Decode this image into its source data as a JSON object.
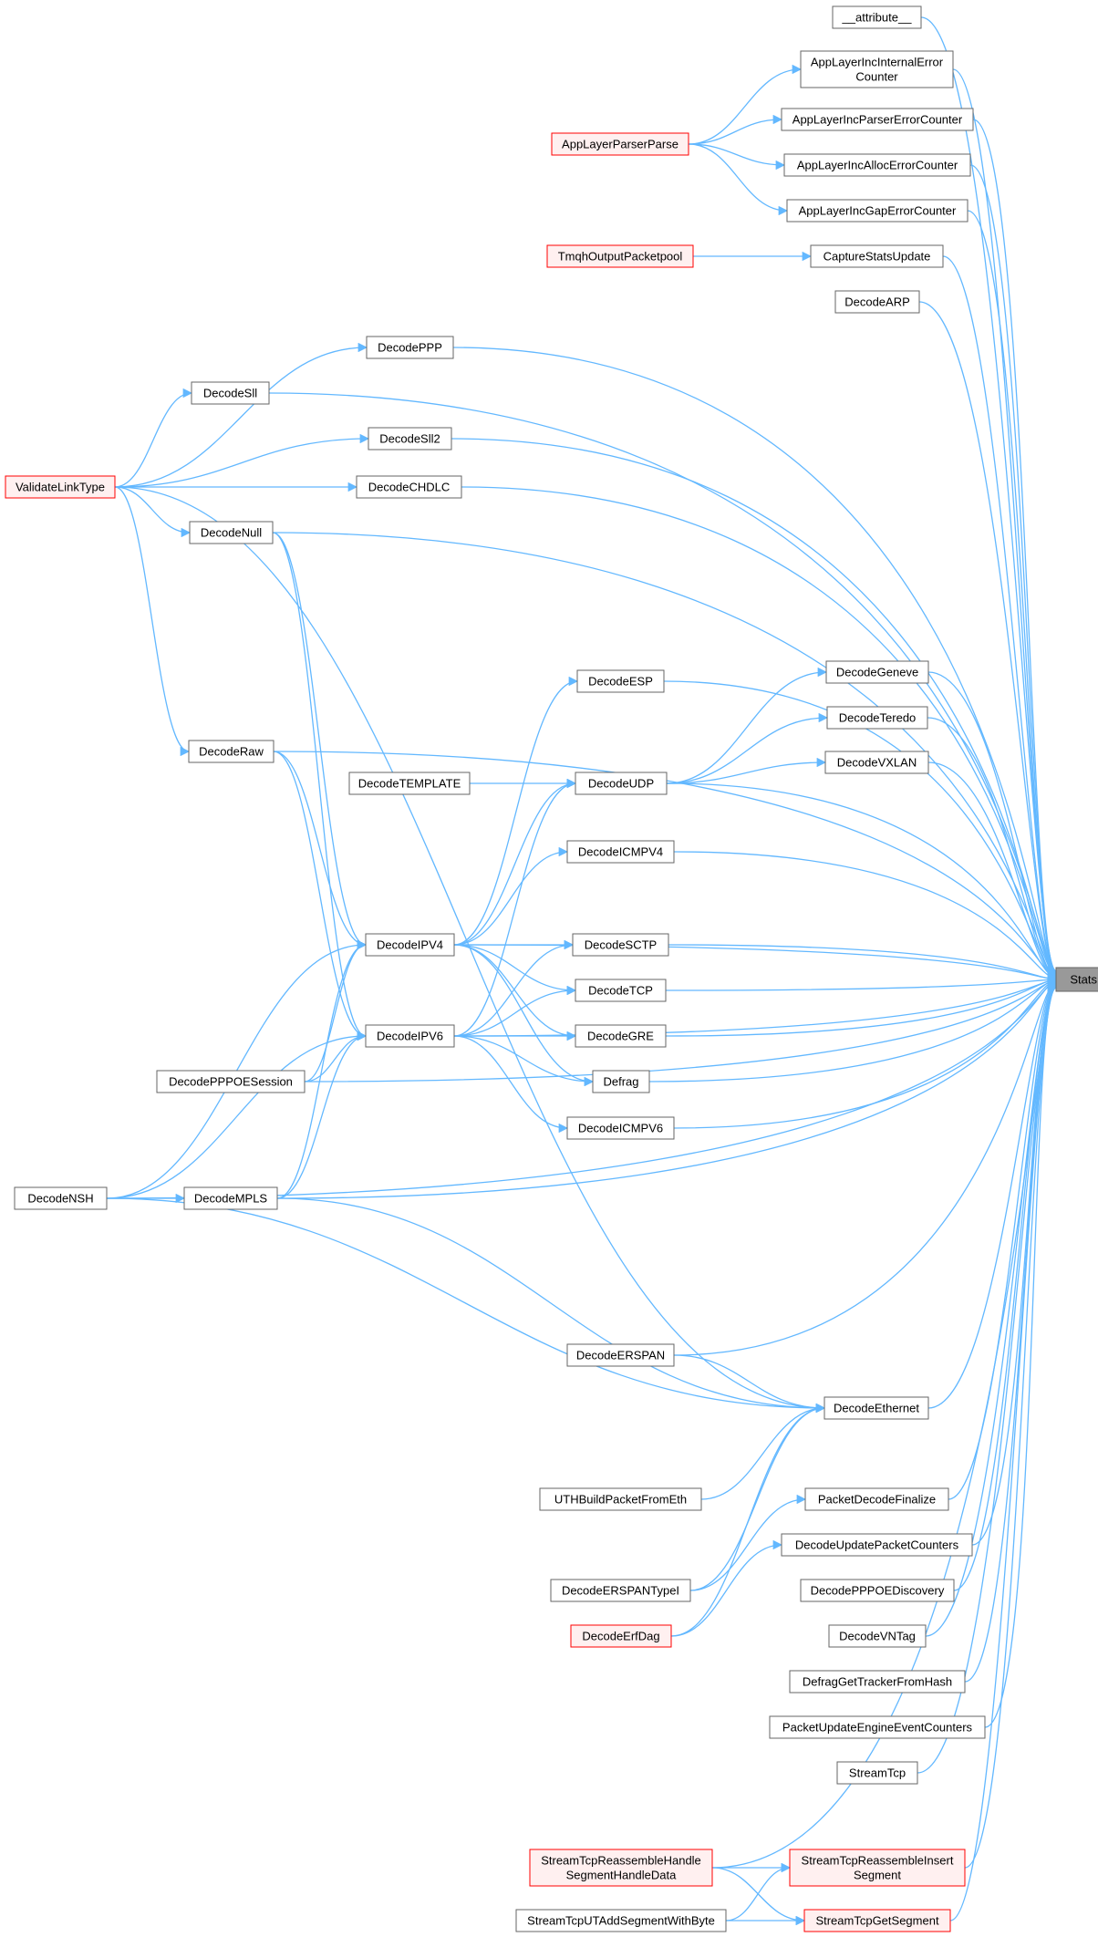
{
  "colors": {
    "edge": "#63b8ff",
    "node_border": "#666666",
    "red_border": "#ff0000",
    "target_fill": "#999999"
  },
  "nodes": [
    {
      "id": "StatsIncr",
      "label": [
        "StatsIncr"
      ],
      "kind": "target"
    },
    {
      "id": "attribute",
      "label": [
        "__attribute__"
      ],
      "kind": "normal"
    },
    {
      "id": "AppLayerIncInternalErrorCounter",
      "label": [
        "AppLayerIncInternalError",
        "Counter"
      ],
      "kind": "normal"
    },
    {
      "id": "AppLayerIncParserErrorCounter",
      "label": [
        "AppLayerIncParserErrorCounter"
      ],
      "kind": "normal"
    },
    {
      "id": "AppLayerIncAllocErrorCounter",
      "label": [
        "AppLayerIncAllocErrorCounter"
      ],
      "kind": "normal"
    },
    {
      "id": "AppLayerIncGapErrorCounter",
      "label": [
        "AppLayerIncGapErrorCounter"
      ],
      "kind": "normal"
    },
    {
      "id": "AppLayerParserParse",
      "label": [
        "AppLayerParserParse"
      ],
      "kind": "red"
    },
    {
      "id": "CaptureStatsUpdate",
      "label": [
        "CaptureStatsUpdate"
      ],
      "kind": "normal"
    },
    {
      "id": "TmqhOutputPacketpool",
      "label": [
        "TmqhOutputPacketpool"
      ],
      "kind": "red"
    },
    {
      "id": "DecodeARP",
      "label": [
        "DecodeARP"
      ],
      "kind": "normal"
    },
    {
      "id": "DecodePPP",
      "label": [
        "DecodePPP"
      ],
      "kind": "normal"
    },
    {
      "id": "DecodeSll",
      "label": [
        "DecodeSll"
      ],
      "kind": "normal"
    },
    {
      "id": "DecodeSll2",
      "label": [
        "DecodeSll2"
      ],
      "kind": "normal"
    },
    {
      "id": "ValidateLinkType",
      "label": [
        "ValidateLinkType"
      ],
      "kind": "red"
    },
    {
      "id": "DecodeCHDLC",
      "label": [
        "DecodeCHDLC"
      ],
      "kind": "normal"
    },
    {
      "id": "DecodeNull",
      "label": [
        "DecodeNull"
      ],
      "kind": "normal"
    },
    {
      "id": "DecodeESP",
      "label": [
        "DecodeESP"
      ],
      "kind": "normal"
    },
    {
      "id": "DecodeGeneve",
      "label": [
        "DecodeGeneve"
      ],
      "kind": "normal"
    },
    {
      "id": "DecodeTeredo",
      "label": [
        "DecodeTeredo"
      ],
      "kind": "normal"
    },
    {
      "id": "DecodeRaw",
      "label": [
        "DecodeRaw"
      ],
      "kind": "normal"
    },
    {
      "id": "DecodeVXLAN",
      "label": [
        "DecodeVXLAN"
      ],
      "kind": "normal"
    },
    {
      "id": "DecodeTEMPLATE",
      "label": [
        "DecodeTEMPLATE"
      ],
      "kind": "normal"
    },
    {
      "id": "DecodeUDP",
      "label": [
        "DecodeUDP"
      ],
      "kind": "normal"
    },
    {
      "id": "DecodeICMPV4",
      "label": [
        "DecodeICMPV4"
      ],
      "kind": "normal"
    },
    {
      "id": "DecodeIPV4",
      "label": [
        "DecodeIPV4"
      ],
      "kind": "normal"
    },
    {
      "id": "DecodeSCTP",
      "label": [
        "DecodeSCTP"
      ],
      "kind": "normal"
    },
    {
      "id": "DecodeTCP",
      "label": [
        "DecodeTCP"
      ],
      "kind": "normal"
    },
    {
      "id": "DecodeIPV6",
      "label": [
        "DecodeIPV6"
      ],
      "kind": "normal"
    },
    {
      "id": "DecodeGRE",
      "label": [
        "DecodeGRE"
      ],
      "kind": "normal"
    },
    {
      "id": "DecodePPPOESession",
      "label": [
        "DecodePPPOESession"
      ],
      "kind": "normal"
    },
    {
      "id": "Defrag",
      "label": [
        "Defrag"
      ],
      "kind": "normal"
    },
    {
      "id": "DecodeICMPV6",
      "label": [
        "DecodeICMPV6"
      ],
      "kind": "normal"
    },
    {
      "id": "DecodeNSH",
      "label": [
        "DecodeNSH"
      ],
      "kind": "normal"
    },
    {
      "id": "DecodeMPLS",
      "label": [
        "DecodeMPLS"
      ],
      "kind": "normal"
    },
    {
      "id": "DecodeERSPAN",
      "label": [
        "DecodeERSPAN"
      ],
      "kind": "normal"
    },
    {
      "id": "DecodeEthernet",
      "label": [
        "DecodeEthernet"
      ],
      "kind": "normal"
    },
    {
      "id": "UTHBuildPacketFromEth",
      "label": [
        "UTHBuildPacketFromEth"
      ],
      "kind": "normal"
    },
    {
      "id": "PacketDecodeFinalize",
      "label": [
        "PacketDecodeFinalize"
      ],
      "kind": "normal"
    },
    {
      "id": "DecodeUpdatePacketCounters",
      "label": [
        "DecodeUpdatePacketCounters"
      ],
      "kind": "normal"
    },
    {
      "id": "DecodeERSPANTypeI",
      "label": [
        "DecodeERSPANTypeI"
      ],
      "kind": "normal"
    },
    {
      "id": "DecodePPPOEDiscovery",
      "label": [
        "DecodePPPOEDiscovery"
      ],
      "kind": "normal"
    },
    {
      "id": "DecodeErfDag",
      "label": [
        "DecodeErfDag"
      ],
      "kind": "red"
    },
    {
      "id": "DecodeVNTag",
      "label": [
        "DecodeVNTag"
      ],
      "kind": "normal"
    },
    {
      "id": "DefragGetTrackerFromHash",
      "label": [
        "DefragGetTrackerFromHash"
      ],
      "kind": "normal"
    },
    {
      "id": "PacketUpdateEngineEventCounters",
      "label": [
        "PacketUpdateEngineEventCounters"
      ],
      "kind": "normal"
    },
    {
      "id": "StreamTcp",
      "label": [
        "StreamTcp"
      ],
      "kind": "normal"
    },
    {
      "id": "StreamTcpReassembleHandleSegmentHandleData",
      "label": [
        "StreamTcpReassembleHandle",
        "SegmentHandleData"
      ],
      "kind": "red"
    },
    {
      "id": "StreamTcpReassembleInsertSegment",
      "label": [
        "StreamTcpReassembleInsert",
        "Segment"
      ],
      "kind": "red"
    },
    {
      "id": "StreamTcpUTAddSegmentWithByte",
      "label": [
        "StreamTcpUTAddSegmentWithByte"
      ],
      "kind": "normal"
    },
    {
      "id": "StreamTcpGetSegment",
      "label": [
        "StreamTcpGetSegment"
      ],
      "kind": "red"
    }
  ],
  "edges": [
    [
      "AppLayerParserParse",
      "AppLayerIncInternalErrorCounter"
    ],
    [
      "AppLayerParserParse",
      "AppLayerIncParserErrorCounter"
    ],
    [
      "AppLayerParserParse",
      "AppLayerIncAllocErrorCounter"
    ],
    [
      "AppLayerParserParse",
      "AppLayerIncGapErrorCounter"
    ],
    [
      "TmqhOutputPacketpool",
      "CaptureStatsUpdate"
    ],
    [
      "ValidateLinkType",
      "DecodePPP"
    ],
    [
      "ValidateLinkType",
      "DecodeSll"
    ],
    [
      "ValidateLinkType",
      "DecodeSll2"
    ],
    [
      "ValidateLinkType",
      "DecodeCHDLC"
    ],
    [
      "ValidateLinkType",
      "DecodeNull"
    ],
    [
      "ValidateLinkType",
      "DecodeRaw"
    ],
    [
      "ValidateLinkType",
      "DecodeEthernet"
    ],
    [
      "DecodeNull",
      "DecodeIPV4"
    ],
    [
      "DecodeNull",
      "DecodeIPV6"
    ],
    [
      "DecodeRaw",
      "DecodeIPV4"
    ],
    [
      "DecodeRaw",
      "DecodeIPV6"
    ],
    [
      "DecodeTEMPLATE",
      "DecodeUDP"
    ],
    [
      "DecodeUDP",
      "DecodeGeneve"
    ],
    [
      "DecodeUDP",
      "DecodeTeredo"
    ],
    [
      "DecodeUDP",
      "DecodeVXLAN"
    ],
    [
      "DecodeIPV4",
      "DecodeESP"
    ],
    [
      "DecodeIPV4",
      "DecodeUDP"
    ],
    [
      "DecodeIPV4",
      "DecodeICMPV4"
    ],
    [
      "DecodeIPV4",
      "DecodeSCTP"
    ],
    [
      "DecodeIPV4",
      "DecodeTCP"
    ],
    [
      "DecodeIPV4",
      "DecodeGRE"
    ],
    [
      "DecodeIPV4",
      "Defrag"
    ],
    [
      "DecodeIPV6",
      "DecodeUDP"
    ],
    [
      "DecodeIPV6",
      "DecodeSCTP"
    ],
    [
      "DecodeIPV6",
      "DecodeTCP"
    ],
    [
      "DecodeIPV6",
      "DecodeGRE"
    ],
    [
      "DecodeIPV6",
      "Defrag"
    ],
    [
      "DecodeIPV6",
      "DecodeICMPV6"
    ],
    [
      "DecodePPPOESession",
      "DecodeIPV4"
    ],
    [
      "DecodePPPOESession",
      "DecodeIPV6"
    ],
    [
      "DecodeNSH",
      "DecodeIPV4"
    ],
    [
      "DecodeNSH",
      "DecodeIPV6"
    ],
    [
      "DecodeNSH",
      "DecodeMPLS"
    ],
    [
      "DecodeNSH",
      "DecodeEthernet"
    ],
    [
      "DecodeMPLS",
      "DecodeIPV4"
    ],
    [
      "DecodeMPLS",
      "DecodeIPV6"
    ],
    [
      "DecodeMPLS",
      "DecodeEthernet"
    ],
    [
      "DecodeERSPAN",
      "DecodeEthernet"
    ],
    [
      "UTHBuildPacketFromEth",
      "DecodeEthernet"
    ],
    [
      "DecodeERSPANTypeI",
      "DecodeEthernet"
    ],
    [
      "DecodeErfDag",
      "DecodeEthernet"
    ],
    [
      "DecodeERSPANTypeI",
      "PacketDecodeFinalize"
    ],
    [
      "DecodeErfDag",
      "DecodeUpdatePacketCounters"
    ],
    [
      "StreamTcpReassembleHandleSegmentHandleData",
      "StreamTcpReassembleInsertSegment"
    ],
    [
      "StreamTcpReassembleHandleSegmentHandleData",
      "StreamTcpGetSegment"
    ],
    [
      "StreamTcpUTAddSegmentWithByte",
      "StreamTcpReassembleInsertSegment"
    ],
    [
      "StreamTcpUTAddSegmentWithByte",
      "StreamTcpGetSegment"
    ],
    [
      "attribute",
      "StatsIncr"
    ],
    [
      "AppLayerIncInternalErrorCounter",
      "StatsIncr"
    ],
    [
      "AppLayerIncParserErrorCounter",
      "StatsIncr"
    ],
    [
      "AppLayerIncAllocErrorCounter",
      "StatsIncr"
    ],
    [
      "AppLayerIncGapErrorCounter",
      "StatsIncr"
    ],
    [
      "CaptureStatsUpdate",
      "StatsIncr"
    ],
    [
      "DecodeARP",
      "StatsIncr"
    ],
    [
      "DecodePPP",
      "StatsIncr"
    ],
    [
      "DecodeSll",
      "StatsIncr"
    ],
    [
      "DecodeSll2",
      "StatsIncr"
    ],
    [
      "DecodeCHDLC",
      "StatsIncr"
    ],
    [
      "DecodeNull",
      "StatsIncr"
    ],
    [
      "DecodeRaw",
      "StatsIncr"
    ],
    [
      "DecodeESP",
      "StatsIncr"
    ],
    [
      "DecodeGeneve",
      "StatsIncr"
    ],
    [
      "DecodeTeredo",
      "StatsIncr"
    ],
    [
      "DecodeVXLAN",
      "StatsIncr"
    ],
    [
      "DecodeUDP",
      "StatsIncr"
    ],
    [
      "DecodeICMPV4",
      "StatsIncr"
    ],
    [
      "DecodeIPV4",
      "StatsIncr"
    ],
    [
      "DecodeSCTP",
      "StatsIncr"
    ],
    [
      "DecodeTCP",
      "StatsIncr"
    ],
    [
      "DecodeGRE",
      "StatsIncr"
    ],
    [
      "Defrag",
      "StatsIncr"
    ],
    [
      "DecodeICMPV6",
      "StatsIncr"
    ],
    [
      "DecodeIPV6",
      "StatsIncr"
    ],
    [
      "DecodePPPOESession",
      "StatsIncr"
    ],
    [
      "DecodeMPLS",
      "StatsIncr"
    ],
    [
      "DecodeNSH",
      "StatsIncr"
    ],
    [
      "DecodeERSPAN",
      "StatsIncr"
    ],
    [
      "DecodeEthernet",
      "StatsIncr"
    ],
    [
      "PacketDecodeFinalize",
      "StatsIncr"
    ],
    [
      "DecodeUpdatePacketCounters",
      "StatsIncr"
    ],
    [
      "DecodePPPOEDiscovery",
      "StatsIncr"
    ],
    [
      "DecodeVNTag",
      "StatsIncr"
    ],
    [
      "DefragGetTrackerFromHash",
      "StatsIncr"
    ],
    [
      "PacketUpdateEngineEventCounters",
      "StatsIncr"
    ],
    [
      "StreamTcp",
      "StatsIncr"
    ],
    [
      "StreamTcpReassembleHandleSegmentHandleData",
      "StatsIncr"
    ],
    [
      "StreamTcpReassembleInsertSegment",
      "StatsIncr"
    ],
    [
      "StreamTcpGetSegment",
      "StatsIncr"
    ]
  ]
}
